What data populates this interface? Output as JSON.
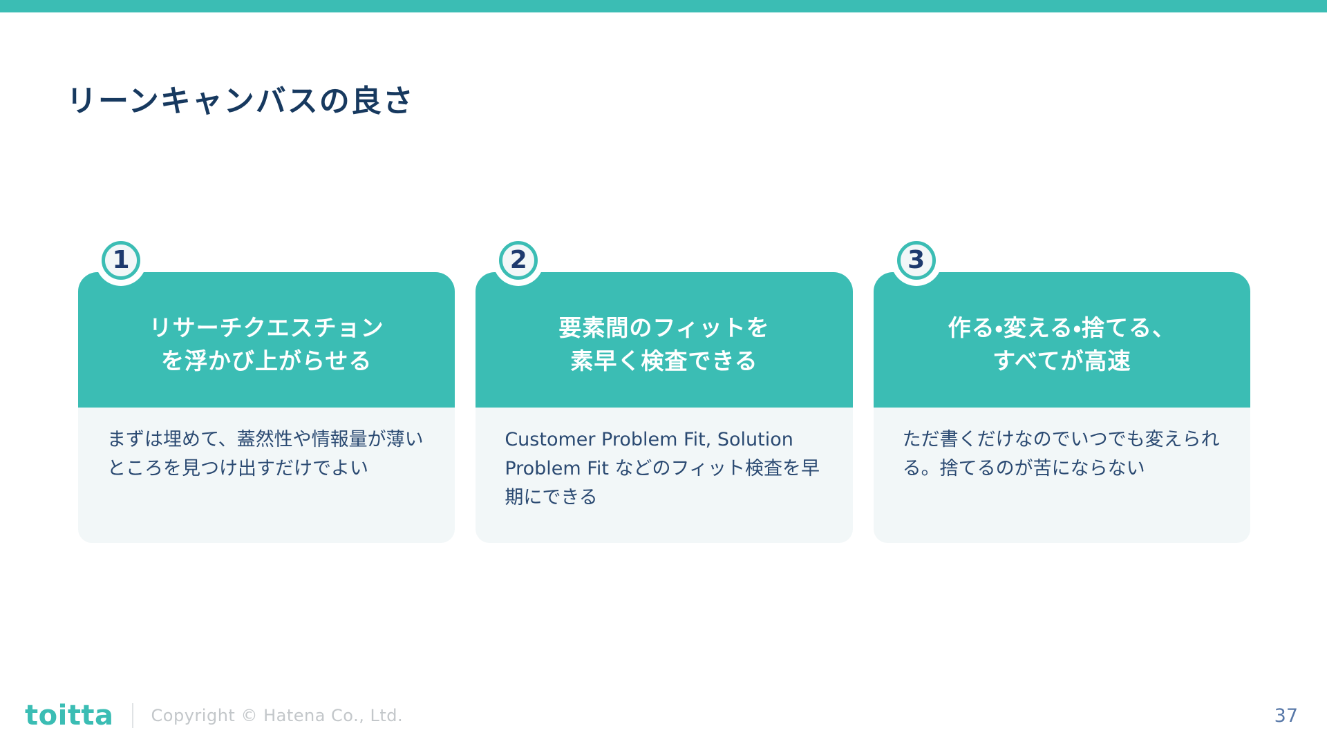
{
  "slide": {
    "title": "リーンキャンバスの良さ",
    "page_number": "37"
  },
  "cards": [
    {
      "number": "1",
      "heading_line1": "リサーチクエスチョン",
      "heading_line2": "を浮かび上がらせる",
      "body": "まずは埋めて、蓋然性や情報量が薄いところを見つけ出すだけでよい"
    },
    {
      "number": "2",
      "heading_line1": "要素間のフィットを",
      "heading_line2": "素早く検査できる",
      "body": "Customer Problem Fit, Solution Problem Fit などのフィット検査を早期にできる"
    },
    {
      "number": "3",
      "heading_line1": "作る・変える・捨てる、",
      "heading_line2": "すべてが高速",
      "body": "ただ書くだけなのでいつでも変えられる。捨てるのが苦にならない"
    }
  ],
  "footer": {
    "logo_text": "toitta",
    "copyright": "Copyright © Hatena Co., Ltd."
  },
  "colors": {
    "accent_teal": "#3bbdb4",
    "title_navy": "#17395f",
    "number_navy": "#1d3a6e",
    "body_text": "#2b4a72",
    "card_body_bg": "#f2f7f8",
    "header_text": "#ffffff",
    "copyright_gray": "#c3c7ca",
    "page_number_blue": "#5878a8"
  }
}
